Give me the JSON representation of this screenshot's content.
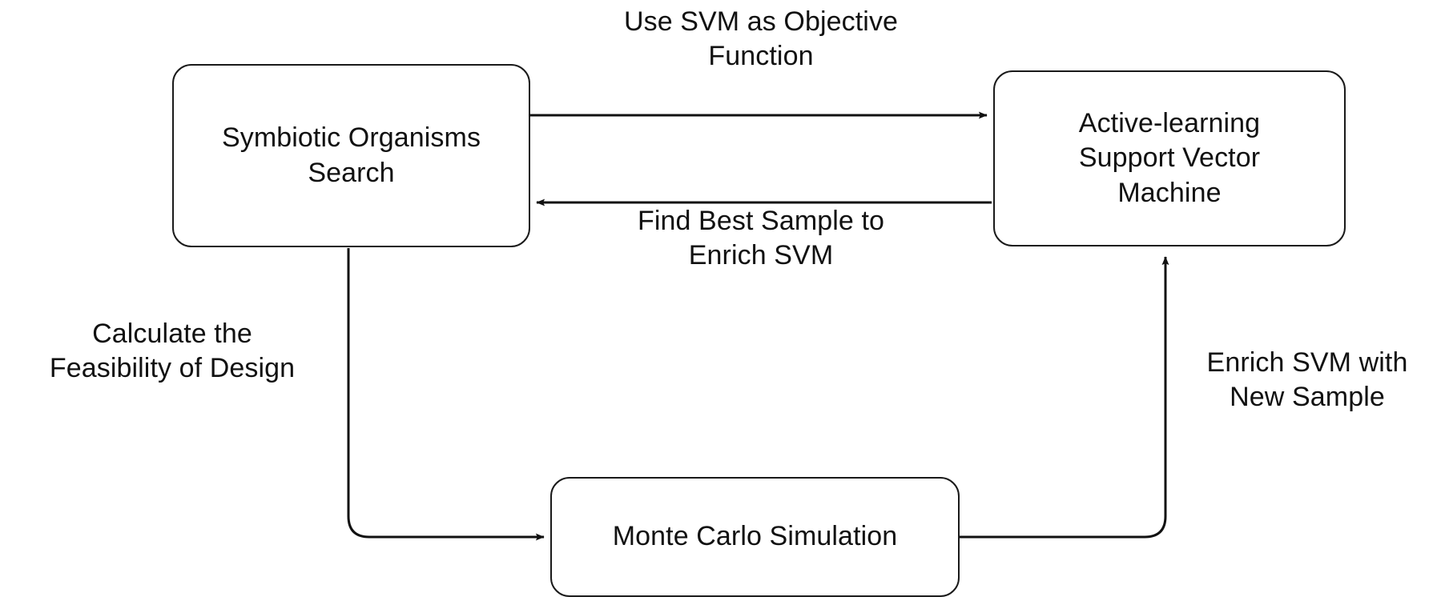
{
  "diagram": {
    "title": "Active-learning SVM optimisation framework flow",
    "background_color": "#ffffff",
    "stroke_color": "#1a1a1a",
    "text_color": "#111111",
    "nodes": [
      {
        "id": "symbiotic-organisms-search",
        "label": "Symbiotic Organisms\nSearch",
        "shape": "rounded-rectangle"
      },
      {
        "id": "active-learning-svm",
        "label": "Active-learning\nSupport Vector\nMachine",
        "shape": "rounded-rectangle"
      },
      {
        "id": "monte-carlo-simulation",
        "label": "Monte Carlo Simulation",
        "shape": "rounded-rectangle"
      }
    ],
    "edges": [
      {
        "id": "sos-to-svm",
        "from": "symbiotic-organisms-search",
        "to": "active-learning-svm",
        "label": "Use SVM as Objective\nFunction",
        "direction": "right"
      },
      {
        "id": "svm-to-sos",
        "from": "active-learning-svm",
        "to": "symbiotic-organisms-search",
        "label": "Find Best Sample to\nEnrich SVM",
        "direction": "left"
      },
      {
        "id": "sos-to-mcs",
        "from": "symbiotic-organisms-search",
        "to": "monte-carlo-simulation",
        "label": "Calculate the\nFeasibility of Design",
        "direction": "down-right"
      },
      {
        "id": "mcs-to-svm",
        "from": "monte-carlo-simulation",
        "to": "active-learning-svm",
        "label": "Enrich SVM with\nNew Sample",
        "direction": "right-up"
      }
    ]
  }
}
